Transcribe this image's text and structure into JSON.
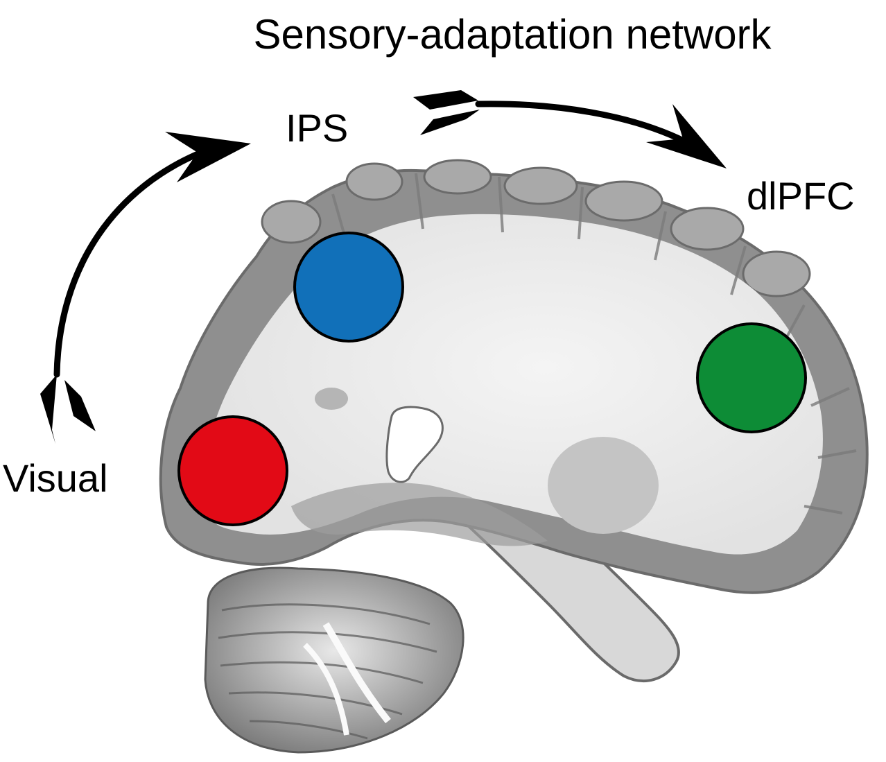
{
  "title": "Sensory-adaptation network",
  "regions": [
    {
      "name": "IPS",
      "label": "IPS",
      "color": "#1170b9"
    },
    {
      "name": "dlPFC",
      "label": "dlPFC",
      "color": "#0d8c36"
    },
    {
      "name": "Visual",
      "label": "Visual",
      "color": "#e20a16"
    }
  ],
  "arrows": [
    {
      "from": "Visual",
      "to": "IPS"
    },
    {
      "from": "IPS",
      "to": "dlPFC"
    }
  ],
  "colors": {
    "background": "#ffffff",
    "brain_white_matter": "#eeeeee",
    "brain_gray_matter": "#8a8a8a",
    "arrow": "#000000"
  }
}
